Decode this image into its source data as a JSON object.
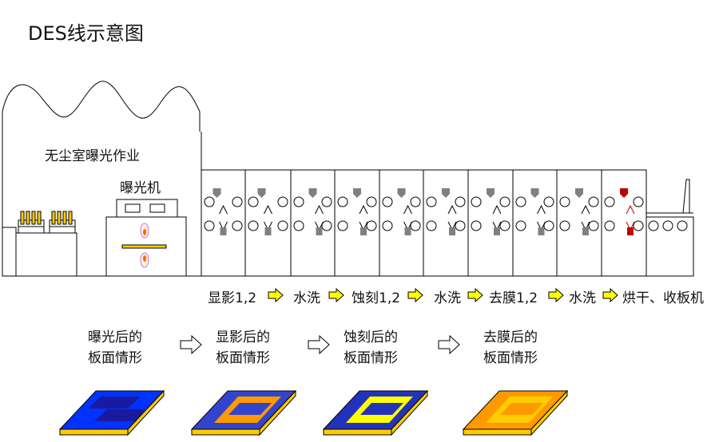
{
  "title": "DES线示意图",
  "labels": {
    "clean_room": "无尘室曝光作业",
    "exposure_machine": "曝光机"
  },
  "steps": [
    "显影1,2",
    "水洗",
    "蚀刻1,2",
    "水洗",
    "去膜1,2",
    "水洗",
    "烘干、收板机"
  ],
  "board_states": [
    {
      "line1": "曝光后的",
      "line2": "板面情形"
    },
    {
      "line1": "显影后的",
      "line2": "板面情形"
    },
    {
      "line1": "蚀刻后的",
      "line2": "板面情形"
    },
    {
      "line1": "去膜后的",
      "line2": "板面情形"
    }
  ],
  "colors": {
    "line": "#000000",
    "arrow_fill": "#ffff00",
    "nozzle": "#808080",
    "nozzle_etch_stripper": "#c00000",
    "board_edge": "#ffcc00",
    "board_top_exposed": "#0033ff",
    "board_top_developed": "#ff9900",
    "board_top_etched": "#ffff00",
    "board_top_stripped": "#ffcc00",
    "resist_dark_blue": "#1a1aa0"
  }
}
